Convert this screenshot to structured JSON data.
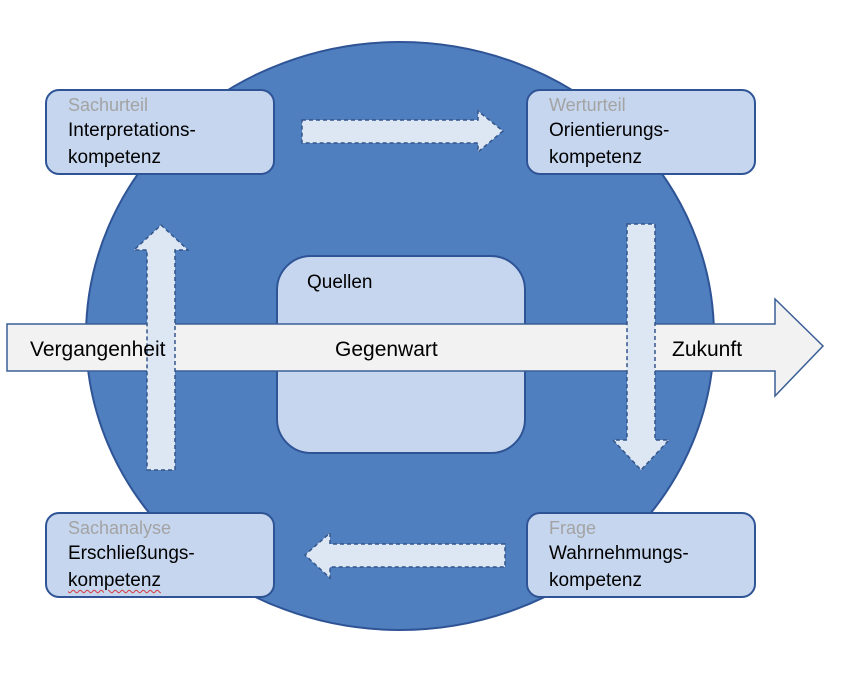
{
  "boxes": {
    "sachurteil": {
      "category": "Sachurteil",
      "line1": "Interpretations-",
      "line2": "kompetenz"
    },
    "werturteil": {
      "category": "Werturteil",
      "line1": "Orientierungs-",
      "line2": "kompetenz"
    },
    "sachanalyse": {
      "category": "Sachanalyse",
      "line1": "Erschließungs-",
      "line2": "kompetenz"
    },
    "frage": {
      "category": "Frage",
      "line1": "Wahrnehmungs-",
      "line2": "kompetenz"
    }
  },
  "center": {
    "label": "Quellen"
  },
  "timeline": {
    "past": "Vergangenheit",
    "present": "Gegenwart",
    "future": "Zukunft"
  },
  "colors": {
    "circle": "#4f7fbe",
    "circle_border": "#2f5496",
    "box_fill": "#c6d6ef",
    "box_border": "#2f5496",
    "arrow_fill": "#dde6f3",
    "timeline_fill": "#f2f2f2",
    "category_text": "#a3a3a3"
  }
}
